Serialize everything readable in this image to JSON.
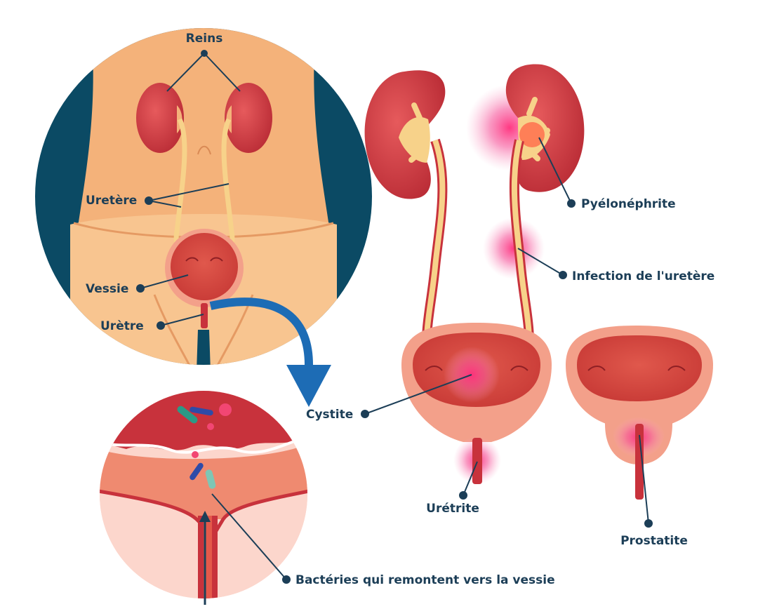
{
  "labels": {
    "reins": "Reins",
    "uretere": "Uretère",
    "vessie": "Vessie",
    "uretre": "Urètre",
    "pyelonephrite": "Pyélonéphrite",
    "infection_uretere": "Infection de l'uretère",
    "cystite": "Cystite",
    "uretrite": "Urétrite",
    "prostatite": "Prostatite",
    "bacteries": "Bactéries qui remontent vers la vessie"
  },
  "colors": {
    "navy": "#0b4a64",
    "skin": "#f4b27a",
    "skin_light": "#f8cc98",
    "kidney": "#c8323c",
    "bladder": "#d8443e",
    "ureter": "#f7d28a",
    "infection": "#ec3d7e",
    "arrow_blue": "#1d6cb5",
    "label": "#1c3e57"
  },
  "icons": {
    "pointer": "curved-arrow-icon",
    "upward_arrow": "arrow-up-icon"
  }
}
